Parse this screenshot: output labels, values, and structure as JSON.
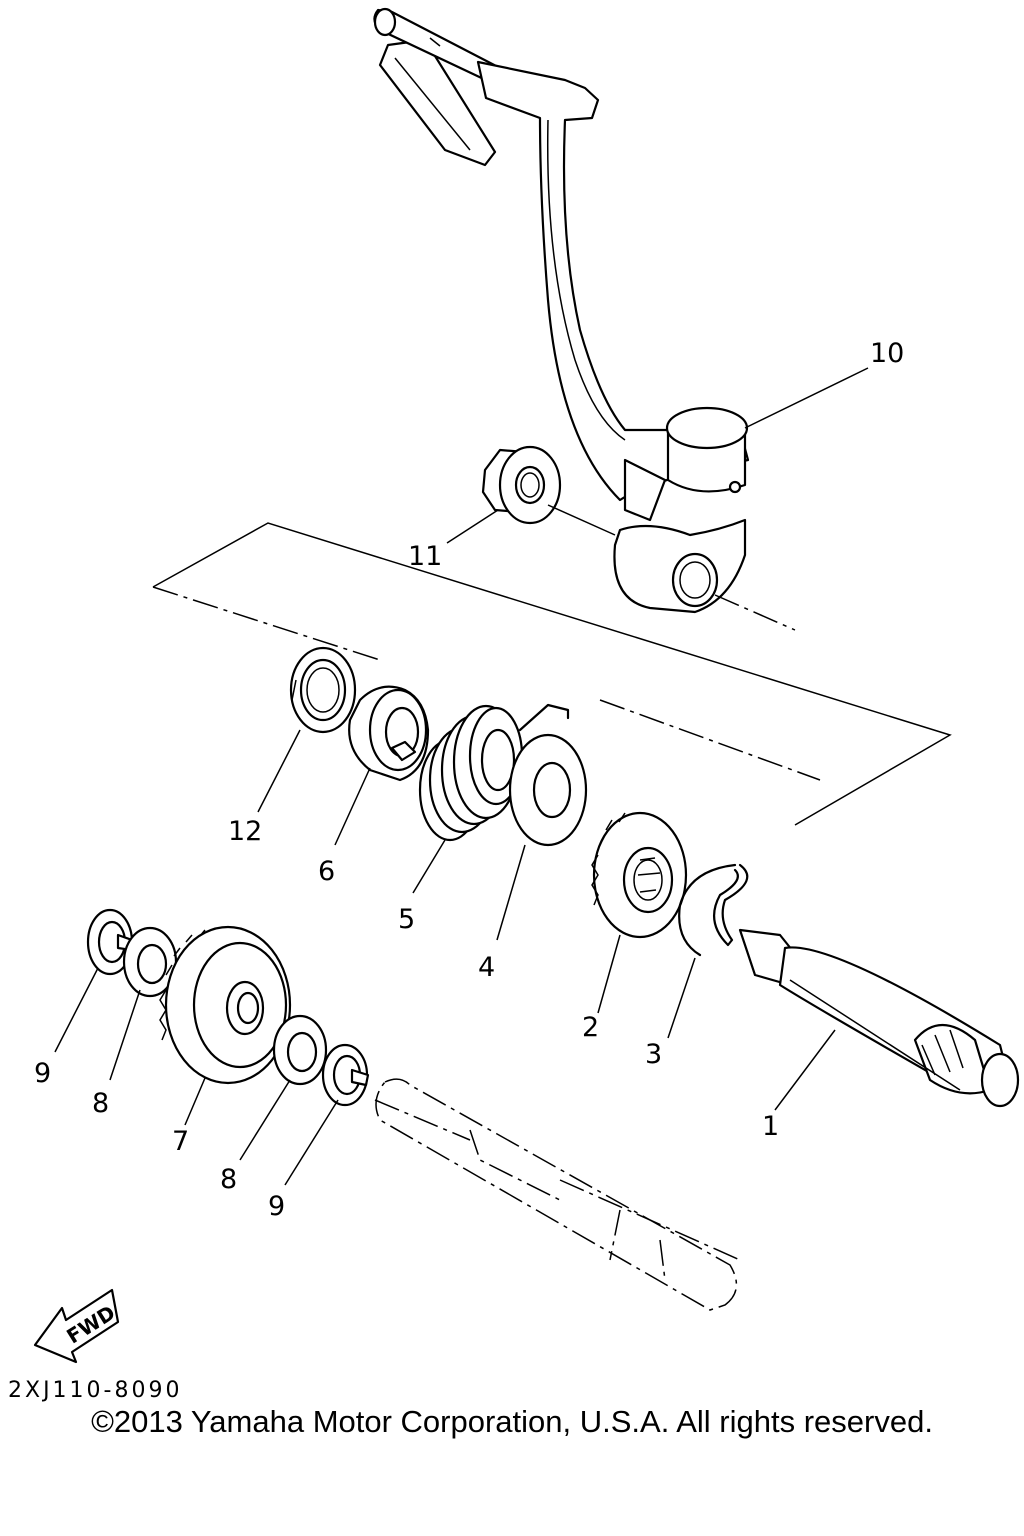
{
  "diagram": {
    "callouts": [
      {
        "id": "1",
        "label": "1"
      },
      {
        "id": "2",
        "label": "2"
      },
      {
        "id": "3",
        "label": "3"
      },
      {
        "id": "4",
        "label": "4"
      },
      {
        "id": "5",
        "label": "5"
      },
      {
        "id": "6",
        "label": "6"
      },
      {
        "id": "7",
        "label": "7"
      },
      {
        "id": "8a",
        "label": "8"
      },
      {
        "id": "8b",
        "label": "8"
      },
      {
        "id": "9a",
        "label": "9"
      },
      {
        "id": "9b",
        "label": "9"
      },
      {
        "id": "10",
        "label": "10"
      },
      {
        "id": "11",
        "label": "11"
      },
      {
        "id": "12",
        "label": "12"
      }
    ],
    "direction_label": "FWD",
    "diagram_code": "2XJ110-8090",
    "copyright": "©2013 Yamaha Motor Corporation, U.S.A. All rights reserved."
  }
}
